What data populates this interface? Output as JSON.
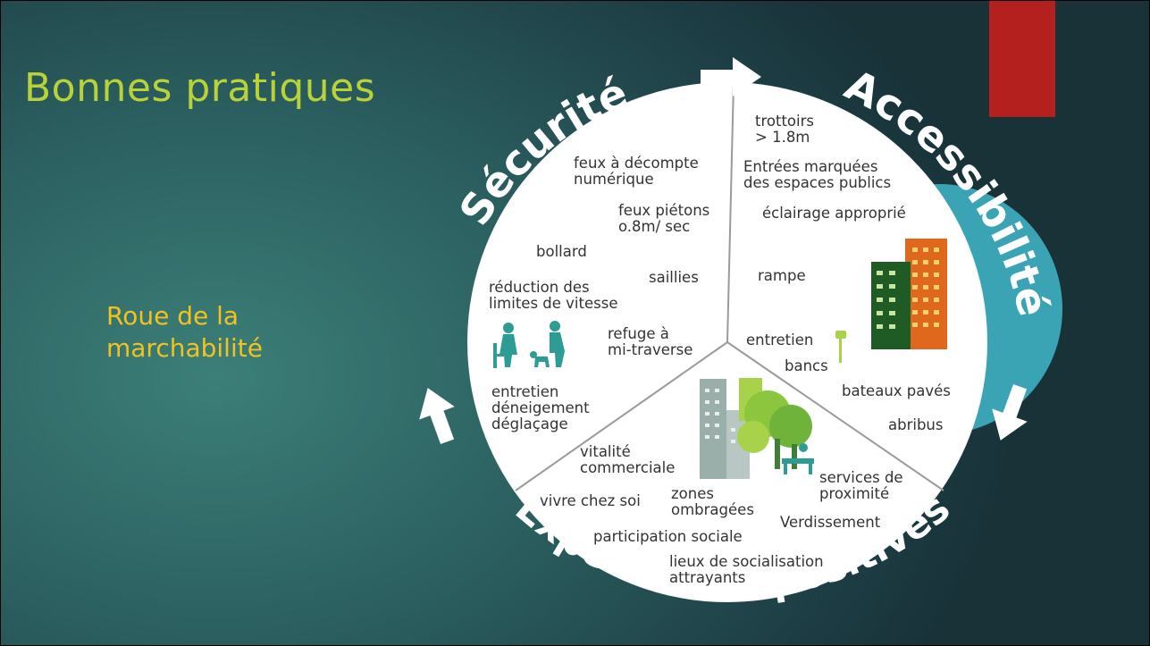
{
  "slide": {
    "title": "Bonnes pratiques",
    "subtitle_lines": [
      "Roue de la",
      "marchabilité"
    ],
    "accent_color": "#b3201e"
  },
  "wheel": {
    "sections": {
      "securite": {
        "heading": "Sécurité",
        "items": [
          [
            "feux à décompte",
            "numérique"
          ],
          [
            "feux piétons",
            "o.8m/ sec"
          ],
          [
            "bollard"
          ],
          [
            "saillies"
          ],
          [
            "réduction des",
            "limites de vitesse"
          ],
          [
            "refuge à",
            "mi-traverse"
          ],
          [
            "entretien",
            "déneigement",
            "déglaçage"
          ]
        ]
      },
      "accessibilite": {
        "heading": "Accessibilité",
        "items": [
          [
            "trottoirs",
            "> 1.8m"
          ],
          [
            "Entrées marquées",
            "des espaces publics"
          ],
          [
            "éclairage approprié"
          ],
          [
            "rampe"
          ],
          [
            "entretien"
          ],
          [
            "bancs"
          ],
          [
            "bateaux pavés"
          ],
          [
            "abribus"
          ]
        ]
      },
      "experiences": {
        "heading": "Expériences positives",
        "items": [
          [
            "vitalité",
            "commerciale"
          ],
          [
            "vivre chez soi"
          ],
          [
            "zones",
            "ombragées"
          ],
          [
            "services de",
            "proximité"
          ],
          [
            "Verdissement"
          ],
          [
            "participation sociale"
          ],
          [
            "lieux de socialisation",
            "attrayants"
          ]
        ]
      }
    },
    "icons": [
      "pedestrians-with-walker-and-dog-icon",
      "buildings-icon",
      "street-lamp-icon",
      "park-with-trees-and-bench-icon",
      "arrow-icon"
    ],
    "colors": {
      "wheel_fill": "#ffffff",
      "text": "#333333",
      "teal": "#3aa4b4",
      "pedestrian_teal": "#2d9c94",
      "dark_green": "#1e5b25",
      "orange": "#e0681c",
      "lime": "#a8d24a",
      "gray": "#9aaeaa"
    }
  }
}
